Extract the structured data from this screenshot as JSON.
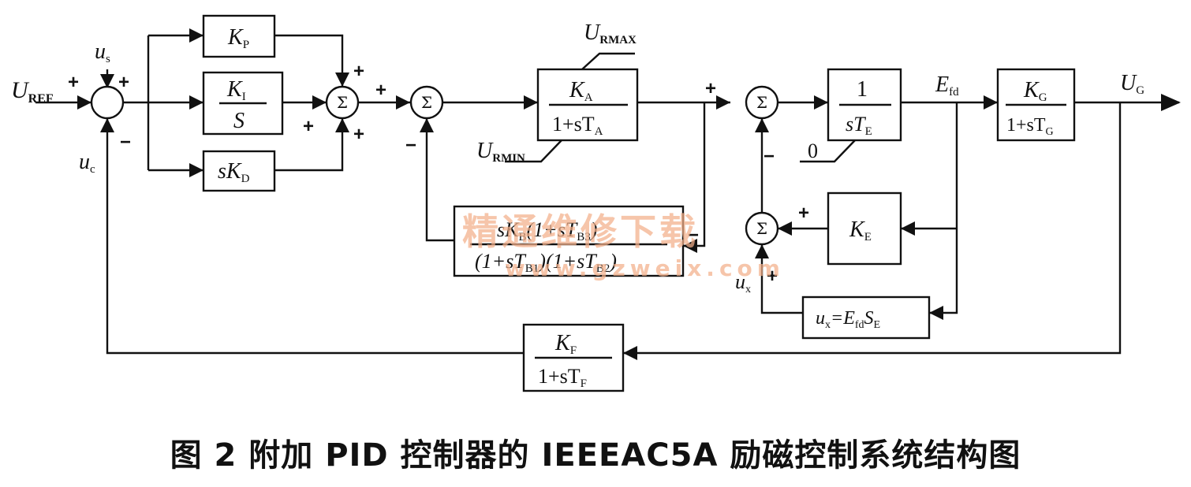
{
  "diagram": {
    "caption": "图 2   附加 PID 控制器的 IEEEAC5A 励磁控制系统结构图",
    "signals": {
      "uref": "U",
      "uref_sub": "REF",
      "us": "u",
      "us_sub": "s",
      "uc": "u",
      "uc_sub": "c",
      "urmax": "U",
      "urmax_sub": "RMAX",
      "urmin": "U",
      "urmin_sub": "RMIN",
      "efd": "E",
      "efd_sub": "fd",
      "ug": "U",
      "ug_sub": "G",
      "ux": "u",
      "ux_sub": "x",
      "zero": "0"
    },
    "blocks": {
      "kp": {
        "main": "K",
        "sub": "P"
      },
      "ki": {
        "num": "K",
        "num_sub": "I",
        "den": "S"
      },
      "kd": {
        "pre": "sK",
        "sub": "D"
      },
      "ka": {
        "num": "K",
        "num_sub": "A",
        "den": "1+sT",
        "den_sub": "A"
      },
      "te": {
        "num": "1",
        "den": "sT",
        "den_sub": "E"
      },
      "kg": {
        "num": "K",
        "num_sub": "G",
        "den": "1+sT",
        "den_sub": "G"
      },
      "ke": {
        "main": "K",
        "sub": "E"
      },
      "sat": {
        "pre": "u",
        "pre_sub": "x",
        "mid": "=E",
        "mid_sub": "fd",
        "post": "S",
        "post_sub": "E"
      },
      "kf": {
        "num": "K",
        "num_sub": "F",
        "den": "1+sT",
        "den_sub": "F"
      },
      "fb": {
        "num": "sK",
        "num_sub": "B",
        "num_mid": "(1+sT",
        "num_mid_sub": "B3",
        "num_end": ")",
        "den_a": "(1+sT",
        "den_a_sub": "B1",
        "den_b": ")(1+sT",
        "den_b_sub": "B2",
        "den_end": ")"
      }
    },
    "signs": {
      "plus": "+",
      "minus": "−"
    },
    "sigma": "Σ",
    "watermark": {
      "line1": "精通维修下载",
      "line2": "www.gzweix.com"
    }
  }
}
